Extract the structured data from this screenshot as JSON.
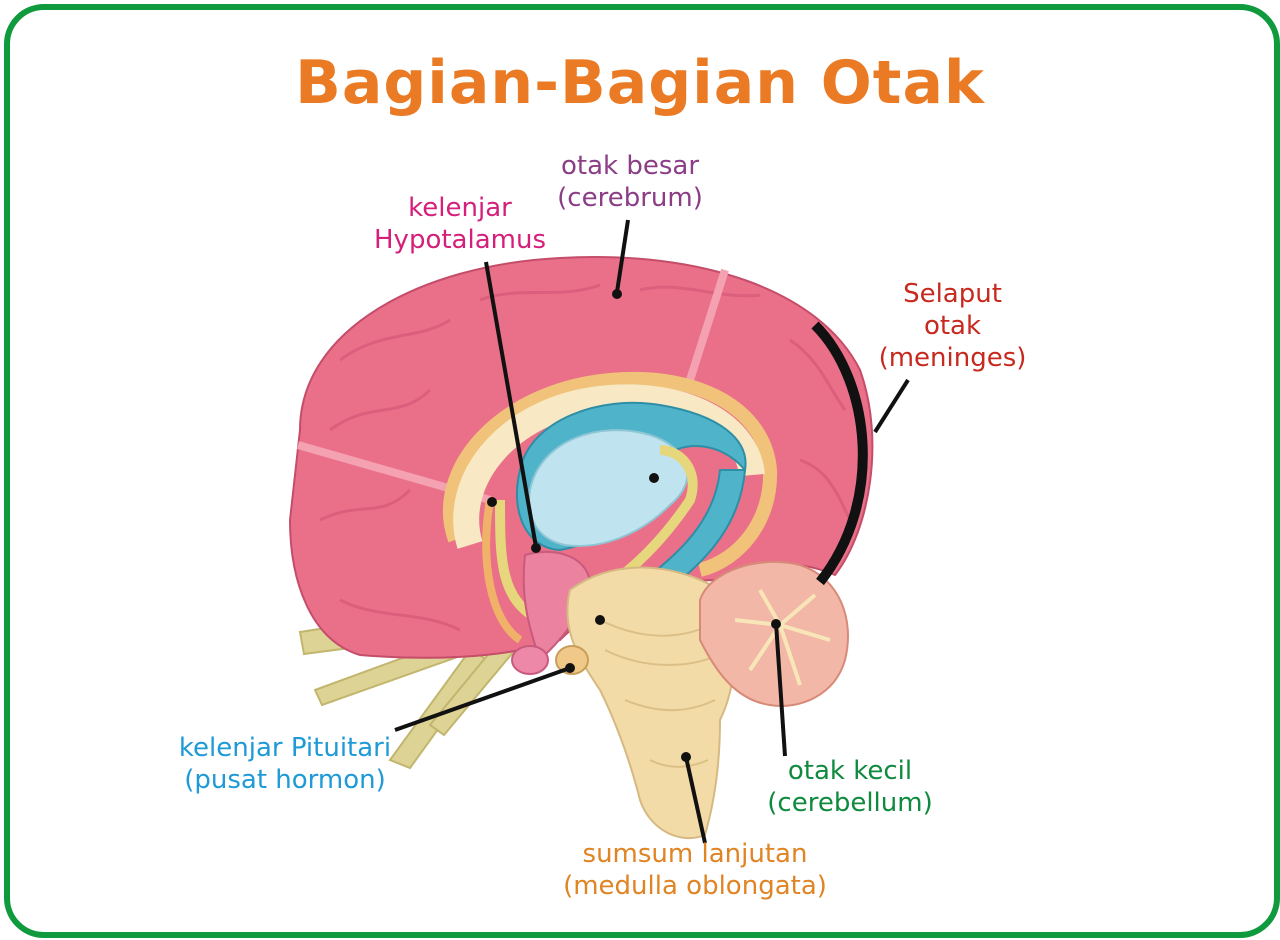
{
  "title": "Bagian-Bagian Otak",
  "colors": {
    "frame": "#109a3e",
    "title": "#ea7b24",
    "cerebrum_label": "#8b3d86",
    "hypothalamus_label": "#d4207a",
    "meninges_label": "#c8291f",
    "pituitary_label": "#1e9ad6",
    "cerebellum_label": "#0f8a3e",
    "medulla_label": "#e08424",
    "cerebrum_tissue": "#e86a84",
    "ventricle": "#5bb8cc",
    "cerebellum_tissue": "#f2b8a8",
    "brainstem": "#f1d9a4",
    "nerve": "#d8cf8a"
  },
  "labels": {
    "cerebrum": {
      "line1": "otak besar",
      "line2": "(cerebrum)"
    },
    "hypothalamus": {
      "line1": "kelenjar",
      "line2": "Hypotalamus"
    },
    "meninges": {
      "line1": "Selaput",
      "line2": "otak",
      "line3": "(meninges)"
    },
    "pituitary": {
      "line1": "kelenjar Pituitari",
      "line2": "(pusat hormon)"
    },
    "cerebellum": {
      "line1": "otak kecil",
      "line2": "(cerebellum)"
    },
    "medulla": {
      "line1": "sumsum lanjutan",
      "line2": "(medulla oblongata)"
    }
  }
}
